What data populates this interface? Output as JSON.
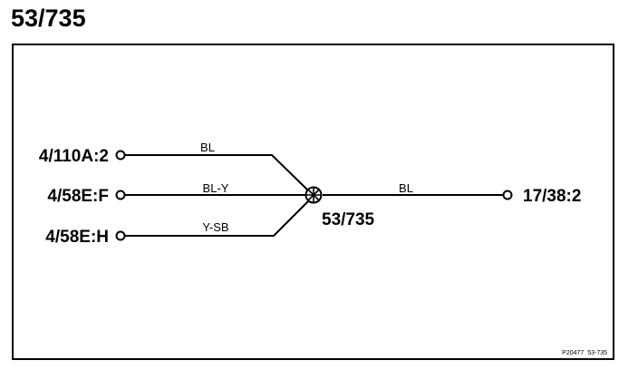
{
  "title": "53/735",
  "splice": {
    "label": "53/735",
    "icon": "splice-icon"
  },
  "connectors": {
    "left_top": "4/110A:2",
    "left_middle": "4/58E:F",
    "left_bottom": "4/58E:H",
    "right": "17/38:2"
  },
  "wires": {
    "left_top": "BL",
    "left_middle": "BL-Y",
    "left_bottom": "Y-SB",
    "right": "BL"
  },
  "reference_code": "P20477  53-735",
  "colors": {
    "line": "#000000",
    "background": "#ffffff"
  }
}
